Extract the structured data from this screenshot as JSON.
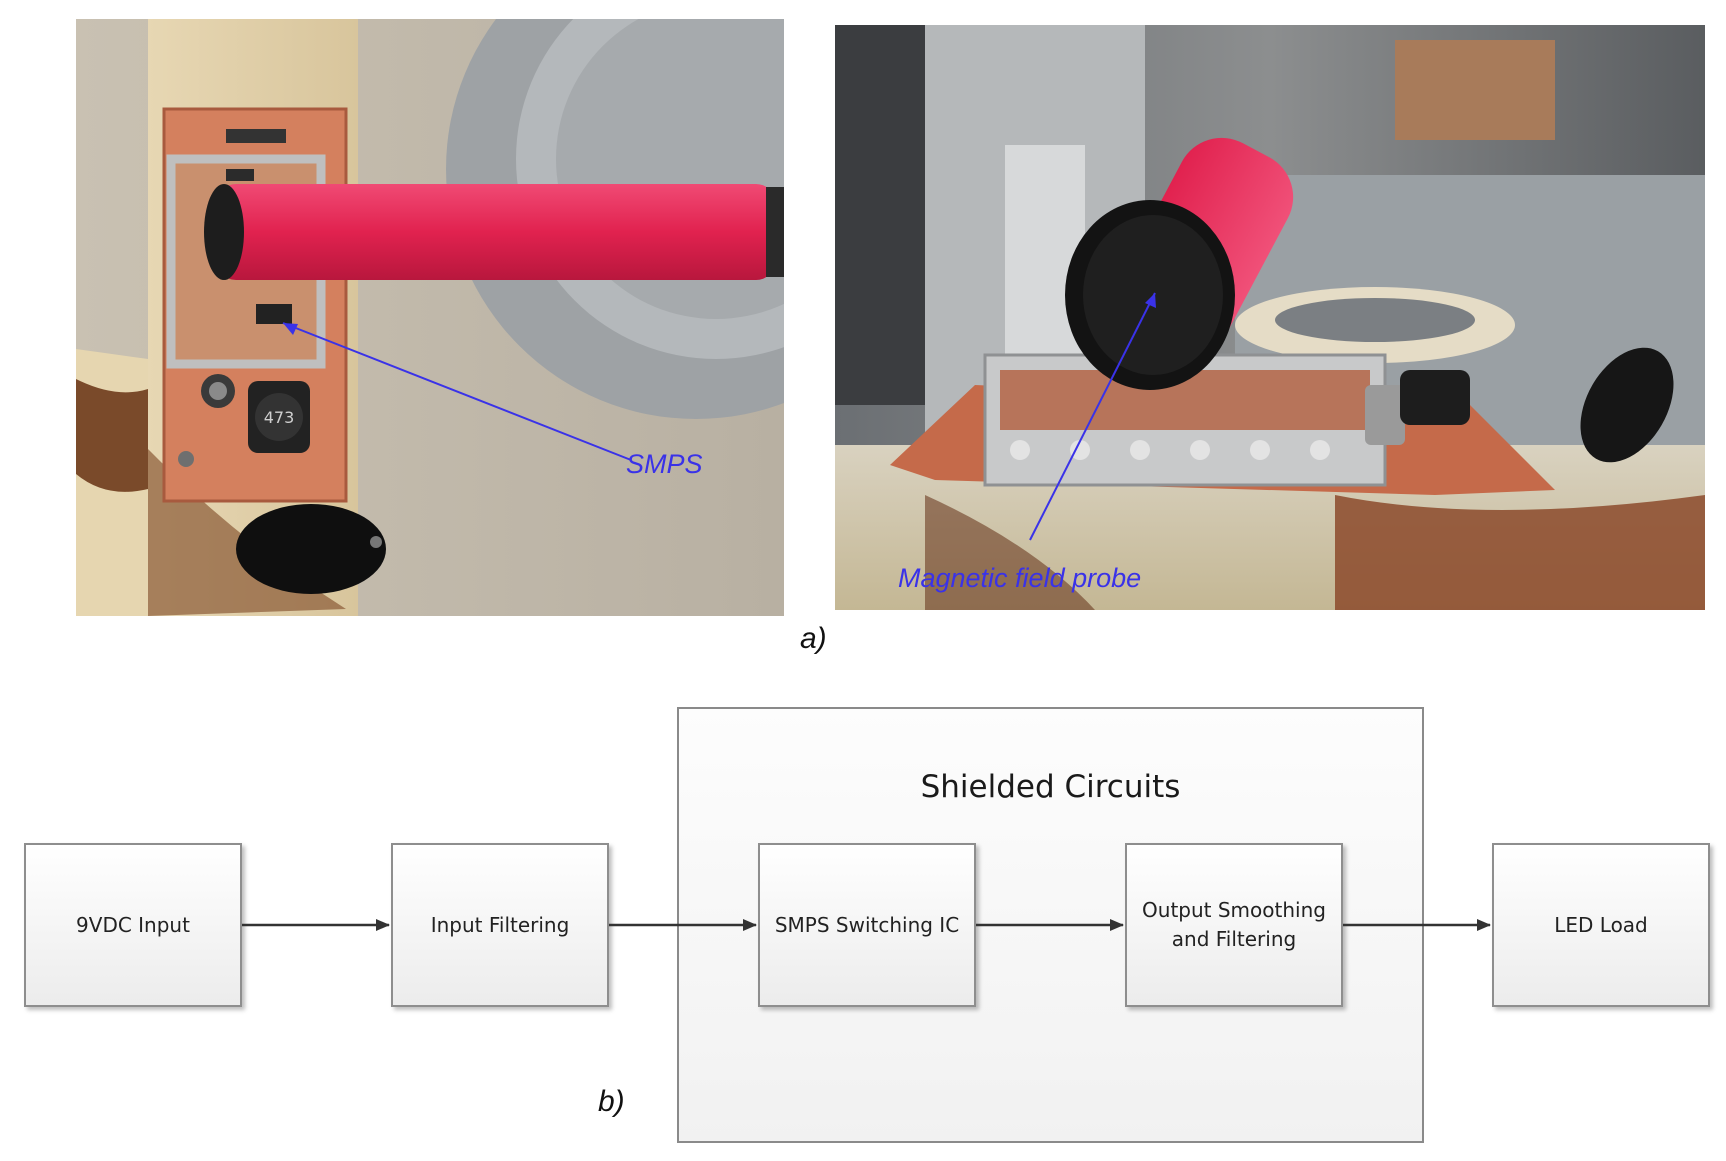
{
  "panel_a": {
    "label": "a)",
    "left_photo": {
      "annotation": "SMPS",
      "component_marking": "473"
    },
    "right_photo": {
      "annotation": "Magnetic field probe"
    }
  },
  "panel_b": {
    "label": "b)",
    "group_title": "Shielded Circuits",
    "blocks": [
      {
        "line1": "9VDC Input",
        "line2": ""
      },
      {
        "line1": "Input Filtering",
        "line2": ""
      },
      {
        "line1": "SMPS Switching IC",
        "line2": ""
      },
      {
        "line1": "Output Smoothing",
        "line2": "and Filtering"
      },
      {
        "line1": "LED Load",
        "line2": ""
      }
    ]
  },
  "colors": {
    "annotation": "#3a32e8",
    "probe": "#e5245a",
    "pcb": "#d4805e"
  }
}
